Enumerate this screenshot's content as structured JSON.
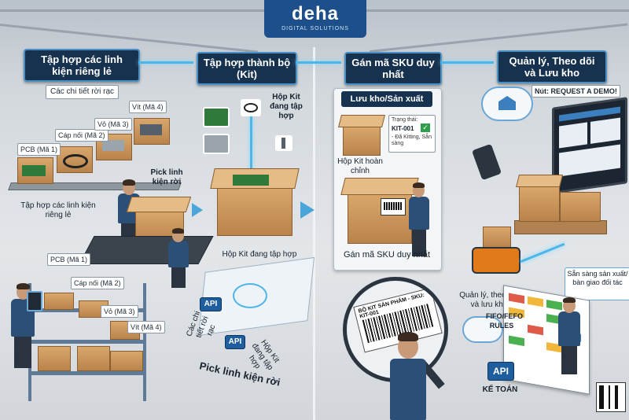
{
  "logo": {
    "brand": "deha",
    "sub": "DIGITAL SOLUTIONS"
  },
  "steps": [
    {
      "title": "Tập hợp các linh kiện riêng lẻ"
    },
    {
      "title": "Tập hợp thành bộ (Kit)"
    },
    {
      "title": "Gán mã SKU duy nhất"
    },
    {
      "title": "Quản lý, Theo dõi và Lưu kho"
    }
  ],
  "section1": {
    "subtitle": "Các chi tiết rời rạc",
    "bins_top": [
      "PCB (Mã 1)",
      "Cáp nối (Mã 2)",
      "Vỏ (Mã 3)",
      "Vít (Mã 4)"
    ],
    "pick_label": "Pick linh kiện rời",
    "gather_label": "Tập hợp các linh kiện riêng lẻ",
    "bins_bottom": [
      "PCB (Mã 1)",
      "Cáp nối (Mã 2)",
      "Vỏ (Mã 3)",
      "Vít (Mã 4)"
    ]
  },
  "section2": {
    "kit_box_label": "Hộp Kit đang tập hợp",
    "kit_box_side": "Hộp Kit đang tập hợp",
    "api_label": "API",
    "api_rotated_1": "Các chi tiết rời rạc",
    "api_rotated_2": "API",
    "api_rotated_3": "Hộp Kit đang tập hợp",
    "bottom_label": "Pick linh kiện rời"
  },
  "section3": {
    "panel_title": "Lưu kho/Sản xuất",
    "status_title": "Trạng thái:",
    "status_code": "KIT-001",
    "status_text": "- Đã Kitting, Sẵn sàng",
    "complete_box": "Hộp Kit hoàn chỉnh",
    "sku_label": "Gán mã SKU duy nhất",
    "label_print": "BỘ KIT SẢN PHẨM - SKU: KIT-001"
  },
  "section4": {
    "demo": "Nút: REQUEST A DEMO!",
    "manage_label": "Quản lý, theo dõi và lưu kho",
    "ready_label": "Sẵn sàng sản xuất/ bàn giao đối tác",
    "fifo_label": "FIFO/FEFO RULES",
    "api_label": "API",
    "accounting_label": "KẾ TOÁN"
  },
  "colors": {
    "navy": "#17324f",
    "accent": "#4db6e8",
    "box": "#c8955c",
    "worker": "#2c4f78"
  }
}
